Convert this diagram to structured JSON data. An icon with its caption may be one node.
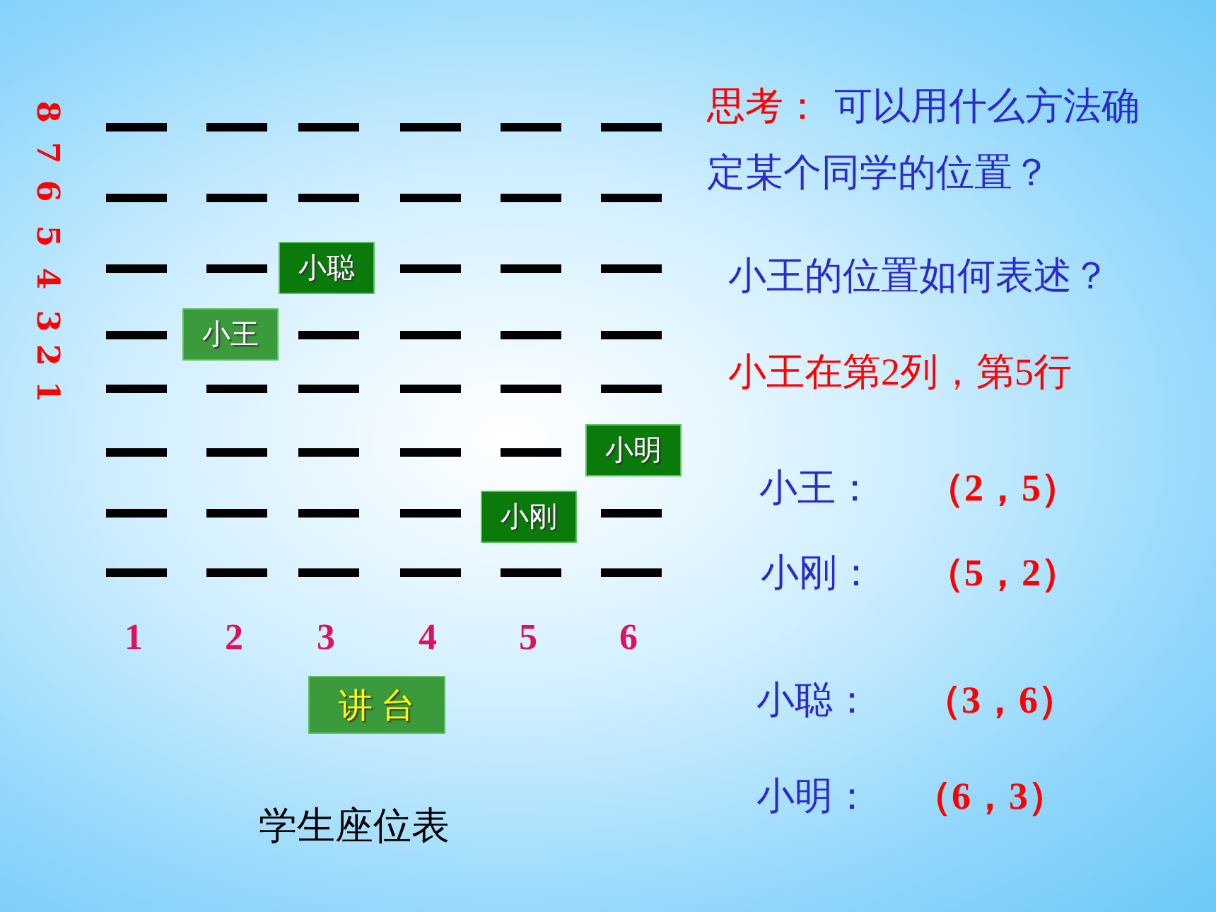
{
  "diagram": {
    "caption": "学生座位表",
    "nodes": [
      {
        "text": [
          "小聪"
        ]
      },
      {
        "text": [
          "小王"
        ]
      },
      {
        "text": [
          "小明"
        ]
      },
      {
        "text": [
          "小刚"
        ]
      },
      {
        "text": [
          "讲 台"
        ]
      }
    ],
    "labels": [
      "8",
      "7",
      "6",
      "5",
      "4",
      "3",
      "2",
      "1",
      "1",
      "2",
      "3",
      "4",
      "5",
      "6",
      "思考：",
      "可以用什么方法确定某个同学的位置？",
      "小王的位置如何表述？",
      "小王在第2列，第5行",
      "小王：",
      "（2，5）",
      "小刚：",
      "（5，2）",
      "小聪：",
      "（3，6）",
      "小明：",
      "（6，3）"
    ]
  }
}
